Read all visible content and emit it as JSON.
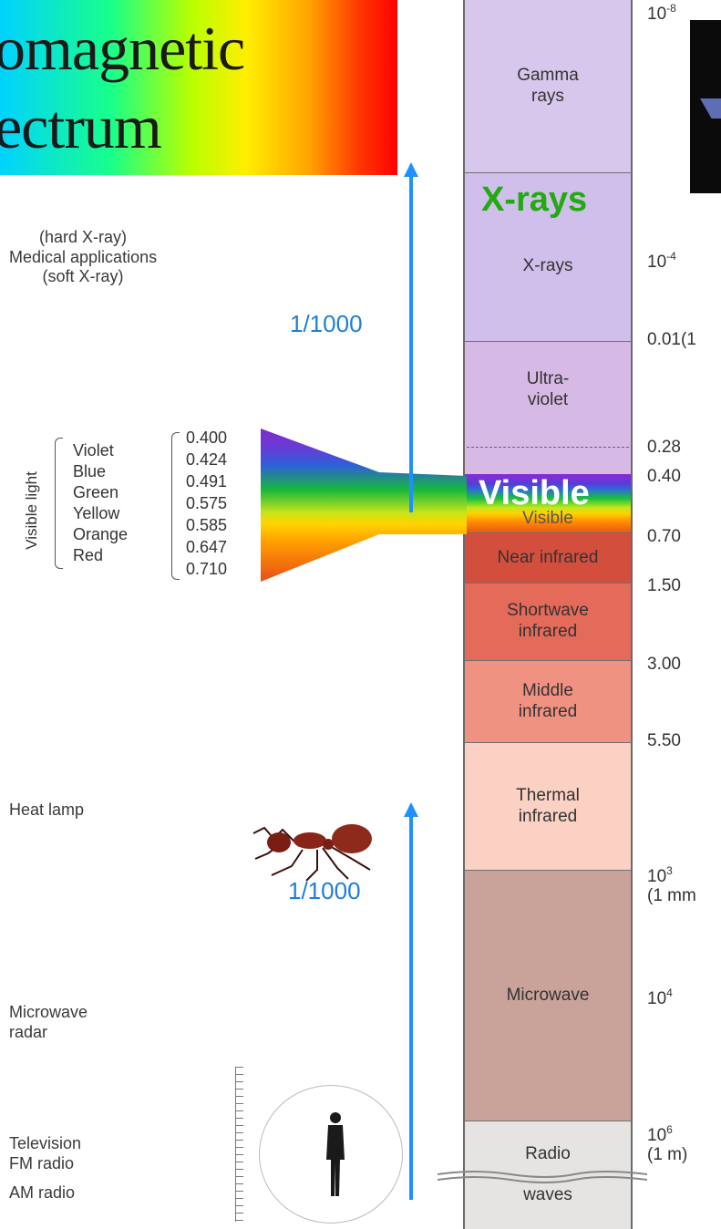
{
  "title": {
    "line1": "omagnetic",
    "line2": "ectrum"
  },
  "bands": [
    {
      "name": "gamma",
      "label": "Gamma\nrays",
      "color": "#d7c7ec"
    },
    {
      "name": "xrays",
      "label": "X-rays",
      "color": "#cfbfea"
    },
    {
      "name": "uv",
      "label": "Ultra-\nviolet",
      "color": "#d7b9e6"
    },
    {
      "name": "visible",
      "label": "Visible",
      "color": "#d8b9e4"
    },
    {
      "name": "near-ir",
      "label": "Near infrared",
      "color": "#d44e3e"
    },
    {
      "name": "shortwave-ir",
      "label": "Shortwave\ninfrared",
      "color": "#e46a5a"
    },
    {
      "name": "middle-ir",
      "label": "Middle\ninfrared",
      "color": "#f09282"
    },
    {
      "name": "thermal-ir",
      "label": "Thermal\ninfrared",
      "color": "#fbd1c3"
    },
    {
      "name": "microwave",
      "label": "Microwave",
      "color": "#c9a39a"
    },
    {
      "name": "radio",
      "label": "Radio\n\nwaves",
      "color": "#e6e4e3"
    }
  ],
  "highlights": {
    "xrays": "X-rays",
    "visible": "Visible"
  },
  "wavelengths": [
    {
      "base": "10",
      "exp": "-8",
      "suffix": ""
    },
    {
      "base": "10",
      "exp": "-4",
      "suffix": ""
    },
    {
      "base": "0.01(1",
      "exp": "",
      "suffix": ""
    },
    {
      "base": "0.28",
      "exp": "",
      "suffix": ""
    },
    {
      "base": "0.40",
      "exp": "",
      "suffix": ""
    },
    {
      "base": "0.70",
      "exp": "",
      "suffix": ""
    },
    {
      "base": "1.50",
      "exp": "",
      "suffix": ""
    },
    {
      "base": "3.00",
      "exp": "",
      "suffix": ""
    },
    {
      "base": "5.50",
      "exp": "",
      "suffix": ""
    },
    {
      "base": "10",
      "exp": "3",
      "suffix": ""
    },
    {
      "base": "(1 mm",
      "exp": "",
      "suffix": ""
    },
    {
      "base": "10",
      "exp": "4",
      "suffix": ""
    },
    {
      "base": "10",
      "exp": "6",
      "suffix": ""
    },
    {
      "base": "(1 m)",
      "exp": "",
      "suffix": ""
    }
  ],
  "applications": [
    {
      "name": "xray-uses",
      "text": "(hard X-ray)\nMedical applications\n(soft X-ray)"
    },
    {
      "name": "heat-lamp",
      "text": "Heat lamp"
    },
    {
      "name": "microwave-radar",
      "text": "Microwave\nradar"
    },
    {
      "name": "tv-fm",
      "text": "Television\nFM radio"
    },
    {
      "name": "am-radio",
      "text": "AM radio"
    }
  ],
  "visible_light": {
    "label": "Visible light",
    "colors": [
      "Violet",
      "Blue",
      "Green",
      "Yellow",
      "Orange",
      "Red"
    ],
    "values": [
      "0.400",
      "0.424",
      "0.491",
      "0.575",
      "0.585",
      "0.647",
      "0.710"
    ]
  },
  "ratios": [
    "1/1000",
    "1/1000"
  ],
  "colors": {
    "arrow": "#1e90ff",
    "ratio_text": "#1e7fd6",
    "xray_highlight": "#22aa11",
    "visible_highlight": "#ffffff"
  }
}
